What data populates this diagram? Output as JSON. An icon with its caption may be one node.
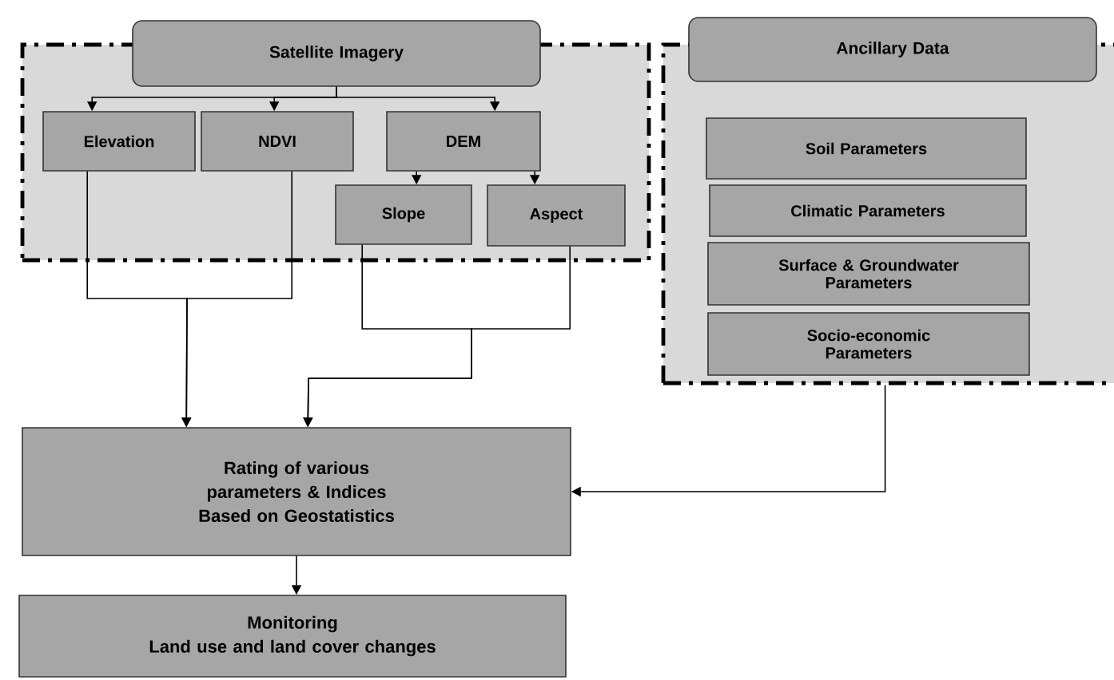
{
  "diagram": {
    "nodes": [
      {
        "text": [],
        "shape": "box"
      },
      {
        "text": [
          "Satellite Imagery"
        ]
      },
      {
        "text": [
          "Elevation"
        ],
        "in": 0
      },
      {
        "text": [
          "NDVI"
        ],
        "in": 0
      },
      {
        "text": [
          "DEM"
        ],
        "in": 0
      },
      {
        "text": [
          "Slope"
        ],
        "in": 0
      },
      {
        "text": [
          "Aspect"
        ],
        "in": 0
      },
      {
        "text": [],
        "shape": "box"
      },
      {
        "text": [
          "Ancillary Data"
        ]
      },
      {
        "text": [
          "Soil Parameters"
        ],
        "in": 7
      },
      {
        "text": [
          "Climatic Parameters"
        ],
        "in": 7
      },
      {
        "text": [
          "Surface & Groundwater Parameters"
        ],
        "in": 7
      },
      {
        "text": [
          "Socio-economic Parameters"
        ],
        "in": 7
      },
      {
        "text": [
          "Rating of various parameters & Indices Based on Geostatistics"
        ]
      },
      {
        "text": [
          "Monitoring",
          "Land use and land cover changes"
        ]
      }
    ],
    "edges": [
      {
        "from": 1,
        "to": 2,
        "arrow": "to"
      },
      {
        "from": 1,
        "to": 3,
        "arrow": "to"
      },
      {
        "from": 1,
        "to": 4,
        "arrow": "to"
      },
      {
        "from": 4,
        "to": 5,
        "arrow": "to"
      },
      {
        "from": 4,
        "to": 6,
        "arrow": "to"
      },
      {
        "from": 2,
        "to": 13,
        "arrow": "to"
      },
      {
        "from": 3,
        "to": 13,
        "arrow": "to"
      },
      {
        "from": 5,
        "to": 13,
        "arrow": "to"
      },
      {
        "from": 6,
        "to": 13,
        "arrow": "to"
      },
      {
        "from": 7,
        "to": 13,
        "arrow": "to"
      },
      {
        "from": 13,
        "to": 14,
        "arrow": "to"
      }
    ]
  }
}
